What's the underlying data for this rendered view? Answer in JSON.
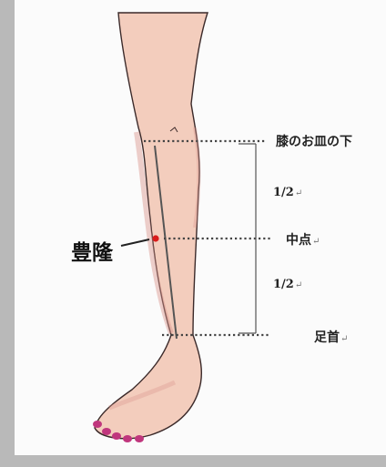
{
  "point": {
    "label": "豊隆",
    "color": "#d91b1b"
  },
  "annotations": {
    "knee": "膝のお皿の下",
    "half_upper": "1/2",
    "midpoint": "中点",
    "half_lower": "1/2",
    "ankle": "足首",
    "return_mark": "↵"
  },
  "colors": {
    "skin": "#f3cdbd",
    "skin_shadow": "#d9958b",
    "outline": "#3b2a2a",
    "nail": "#c0367d",
    "guide": "#444444"
  }
}
